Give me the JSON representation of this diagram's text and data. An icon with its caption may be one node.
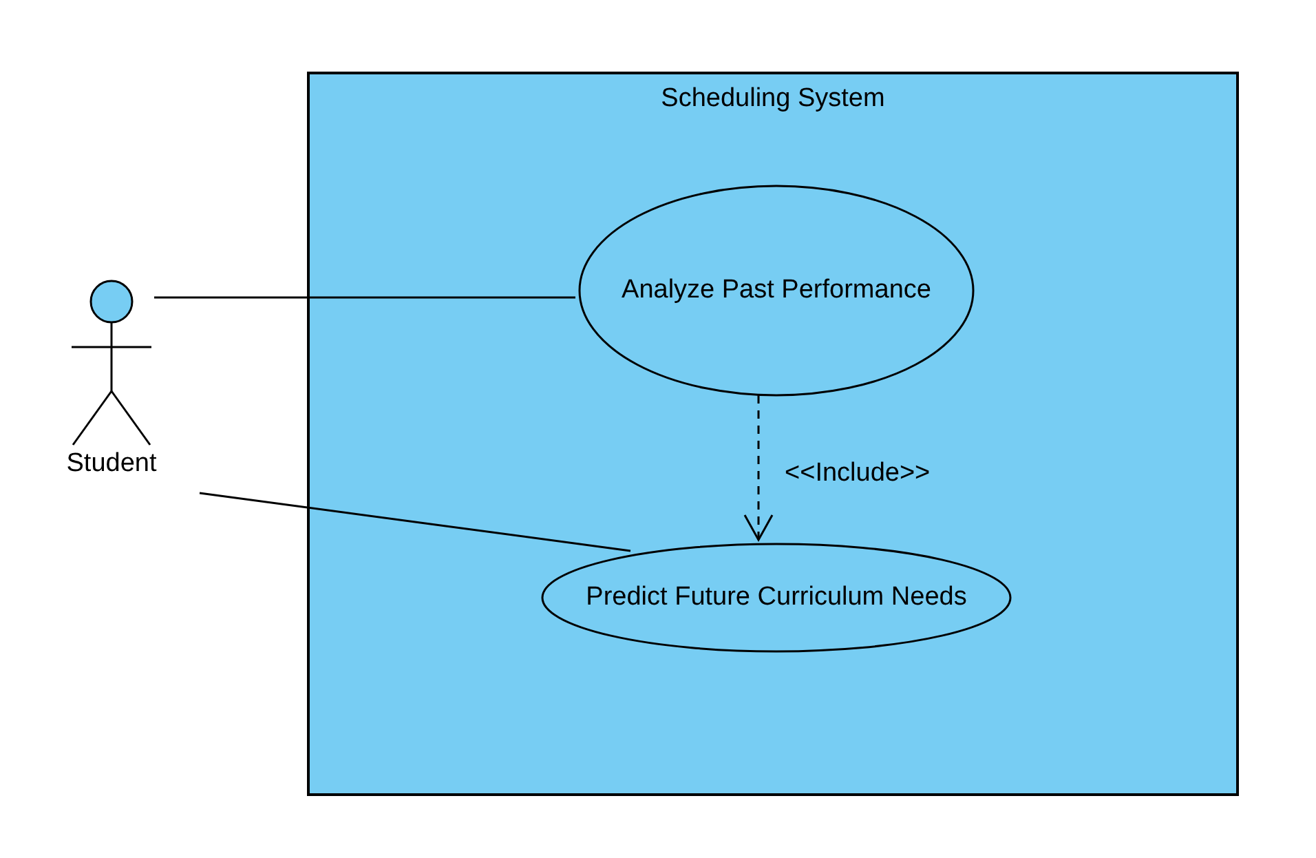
{
  "diagram": {
    "nodes": [
      {
        "text": [
          "Scheduling System"
        ]
      },
      {
        "text": [
          "Student"
        ]
      },
      {
        "text": [
          "Analyze Past Performance"
        ],
        "in": 0
      },
      {
        "text": [
          "Predict Future Curriculum Needs"
        ],
        "in": 0
      }
    ],
    "edges": [
      {
        "from": 1,
        "to": 2,
        "arrow": "none"
      },
      {
        "from": 1,
        "to": 3,
        "arrow": "none"
      },
      {
        "from": 2,
        "to": 3,
        "arrow": "to",
        "style": "dashed",
        "label": "<<Include>>"
      }
    ]
  }
}
